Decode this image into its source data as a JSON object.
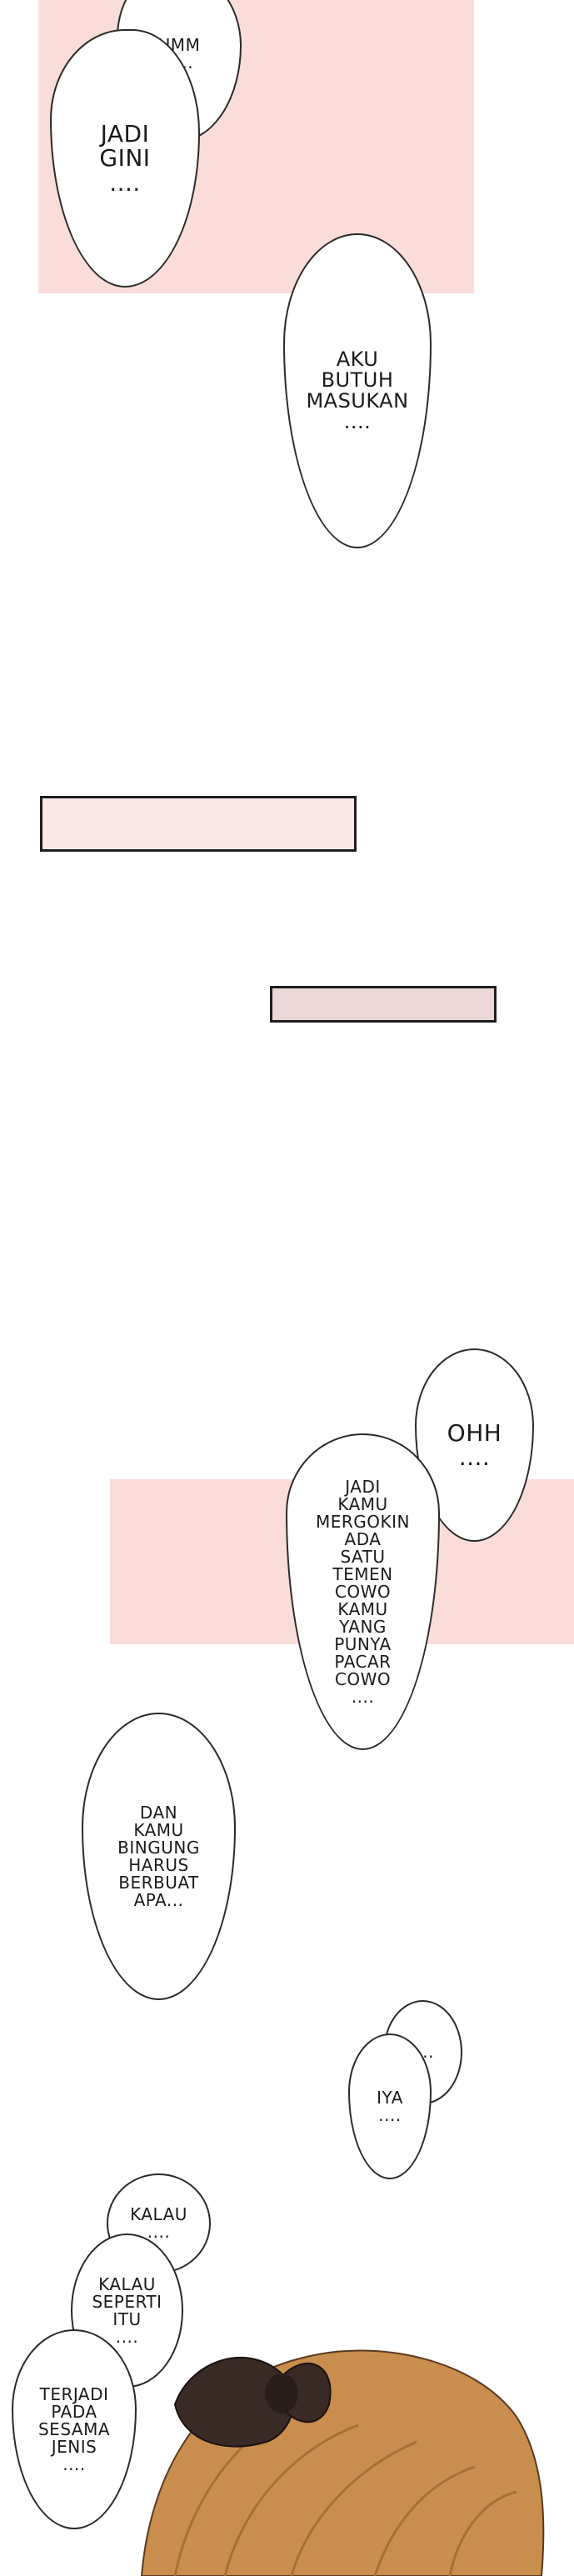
{
  "bubbles": {
    "b1": [
      "UMM",
      "....."
    ],
    "b2": [
      "JADI",
      "GINI",
      "...."
    ],
    "b3": [
      "AKU",
      "BUTUH",
      "MASUKAN",
      "...."
    ],
    "b4": [
      "OHH",
      "...."
    ],
    "b5": [
      "JADI",
      "KAMU",
      "MERGOKIN",
      "ADA",
      "SATU",
      "TEMEN",
      "COWO",
      "KAMU",
      "YANG",
      "PUNYA",
      "PACAR",
      "COWO",
      "...."
    ],
    "b6": [
      "DAN",
      "KAMU",
      "BINGUNG",
      "HARUS",
      "BERBUAT",
      "APA..."
    ],
    "b7": [
      "I..."
    ],
    "b8": [
      "IYA",
      "...."
    ],
    "b9": [
      "KALAU",
      "...."
    ],
    "b10": [
      "KALAU",
      "SEPERTI",
      "ITU",
      "...."
    ],
    "b11": [
      "TERJADI",
      "PADA",
      "SESAMA",
      "JENIS",
      "...."
    ]
  },
  "colors": {
    "panel_pink": "#fadcd8",
    "caption_pink": "#fbe6e6",
    "hair_brown": "#c98d4e",
    "bow_dark": "#3a2a26"
  }
}
